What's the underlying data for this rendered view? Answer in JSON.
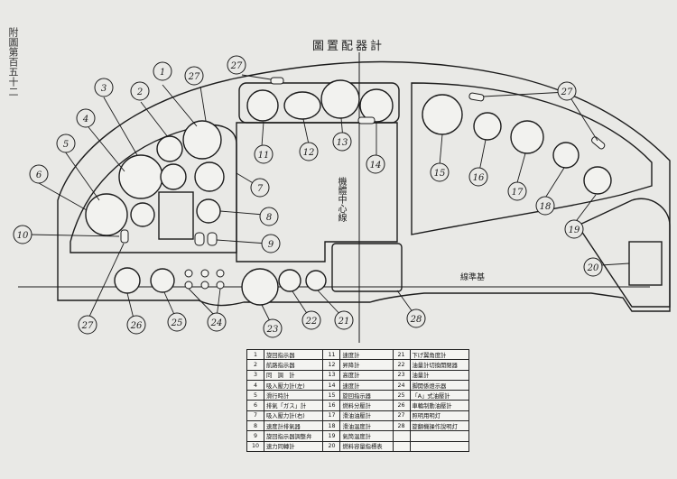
{
  "side_label": "附圖第百五十二",
  "title": "圖置配器計",
  "vertical_label": "機體中心線",
  "horizontal_label": "線準基",
  "callouts": [
    "1",
    "2",
    "3",
    "4",
    "5",
    "6",
    "27",
    "27",
    "27",
    "11",
    "12",
    "13",
    "14",
    "15",
    "16",
    "17",
    "18",
    "19",
    "7",
    "8",
    "9",
    "10",
    "20",
    "27",
    "26",
    "25",
    "24",
    "23",
    "22",
    "21",
    "28"
  ],
  "legend_rows": [
    [
      {
        "n": "1",
        "label": "旋回指示器"
      },
      {
        "n": "11",
        "label": "速度計"
      },
      {
        "n": "21",
        "label": "下げ翼角度計"
      }
    ],
    [
      {
        "n": "2",
        "label": "航路指示器"
      },
      {
        "n": "12",
        "label": "昇降計"
      },
      {
        "n": "22",
        "label": "油量計切換開閉器"
      }
    ],
    [
      {
        "n": "3",
        "label": "同　調　計"
      },
      {
        "n": "13",
        "label": "高度計"
      },
      {
        "n": "23",
        "label": "油量計"
      }
    ],
    [
      {
        "n": "4",
        "label": "吸入壓力計(左)"
      },
      {
        "n": "14",
        "label": "速度計"
      },
      {
        "n": "24",
        "label": "脚開係燈示器"
      }
    ],
    [
      {
        "n": "5",
        "label": "滑行時計"
      },
      {
        "n": "15",
        "label": "旋回指示器"
      },
      {
        "n": "25",
        "label": "「A」式油壓計"
      }
    ],
    [
      {
        "n": "6",
        "label": "排氣「ガス」計"
      },
      {
        "n": "16",
        "label": "燃料分壓計"
      },
      {
        "n": "26",
        "label": "車輪制動油壓計"
      }
    ],
    [
      {
        "n": "7",
        "label": "吸入壓力計(右)"
      },
      {
        "n": "17",
        "label": "滑油油壓計"
      },
      {
        "n": "27",
        "label": "照明用明灯"
      }
    ],
    [
      {
        "n": "8",
        "label": "速度計排氣器"
      },
      {
        "n": "18",
        "label": "滑油温度計"
      },
      {
        "n": "28",
        "label": "旋翻機操作說明灯"
      }
    ],
    [
      {
        "n": "9",
        "label": "旋回指示器調整弁"
      },
      {
        "n": "19",
        "label": "氣筒温度計"
      },
      {
        "n": "",
        "label": ""
      }
    ],
    [
      {
        "n": "10",
        "label": "速力同轉計"
      },
      {
        "n": "20",
        "label": "燃料容量指標表"
      },
      {
        "n": "",
        "label": ""
      }
    ]
  ]
}
